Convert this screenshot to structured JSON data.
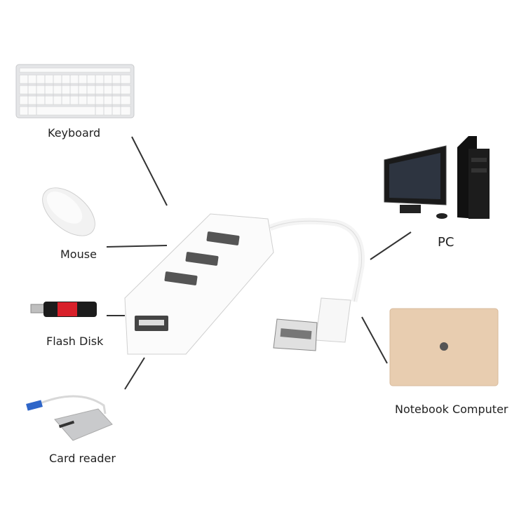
{
  "labels": {
    "keyboard": "Keyboard",
    "mouse": "Mouse",
    "flash_disk": "Flash Disk",
    "card_reader": "Card reader",
    "pc": "PC",
    "notebook": "Notebook Computer"
  },
  "colors": {
    "line": "#333333",
    "hub": "#ffffff",
    "laptop": "#e8cdb0",
    "flash_red": "#d8202a"
  }
}
